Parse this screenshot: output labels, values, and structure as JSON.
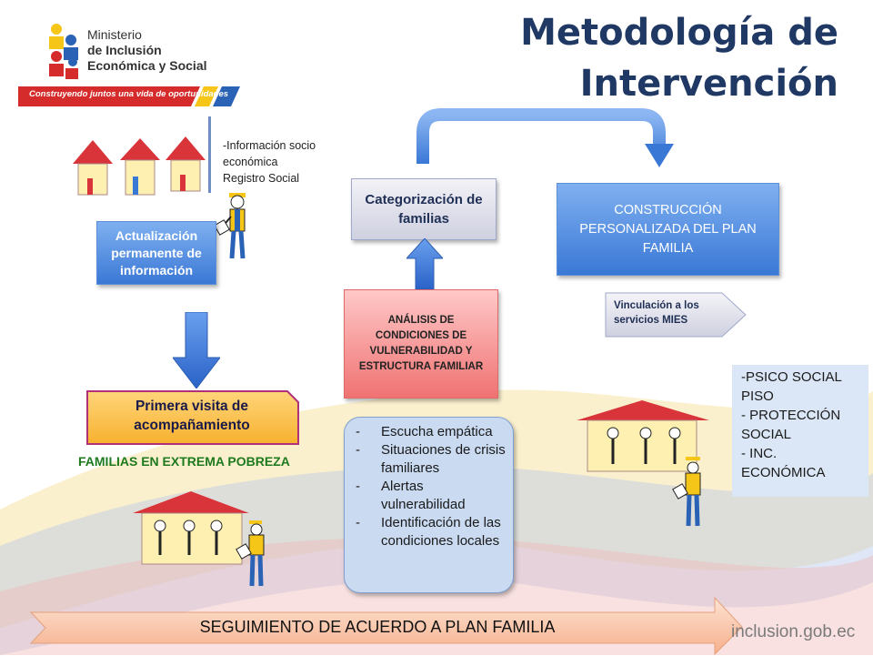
{
  "title": {
    "line1": "Metodología de",
    "line2": "Intervención"
  },
  "logo": {
    "line1": "Ministerio",
    "line2": "de Inclusión",
    "line3": "Económica y Social",
    "slogan": "Construyendo juntos una vida de oportunidades"
  },
  "info_note": {
    "line1": "-Información socio",
    "line2": "económica",
    "line3": "Registro Social"
  },
  "boxes": {
    "actualizacion": "Actualización permanente de información",
    "primera_visita": "Primera visita de acompañamiento",
    "familias_pobreza": "FAMILIAS EN EXTREMA POBREZA",
    "categorizacion": "Categorización de familias",
    "analisis": "ANÁLISIS DE CONDICIONES DE VULNERABILIDAD Y ESTRUCTURA FAMILIAR",
    "construccion": "CONSTRUCCIÓN PERSONALIZADA DEL PLAN FAMILIA",
    "vinculacion": "Vinculación a los servicios MIES",
    "seguimiento": "SEGUIMIENTO DE ACUERDO A PLAN FAMILIA"
  },
  "list_items": [
    "Escucha empática",
    "Situaciones de crisis familiares",
    "Alertas vulnerabilidad",
    "Identificación de las condiciones locales"
  ],
  "services": {
    "line1": "-PSICO SOCIAL",
    "line2": "PISO",
    "line3": "- PROTECCIÓN",
    "line4": "SOCIAL",
    "line5": "- INC.",
    "line6": "ECONÓMICA"
  },
  "website": "inclusion.gob.ec",
  "colors": {
    "title": "#1f3864",
    "blue_box": "#3a78d6",
    "red_box": "#f07272",
    "orange_box": "#fbbf4a",
    "green_text": "#1e7a1e"
  }
}
